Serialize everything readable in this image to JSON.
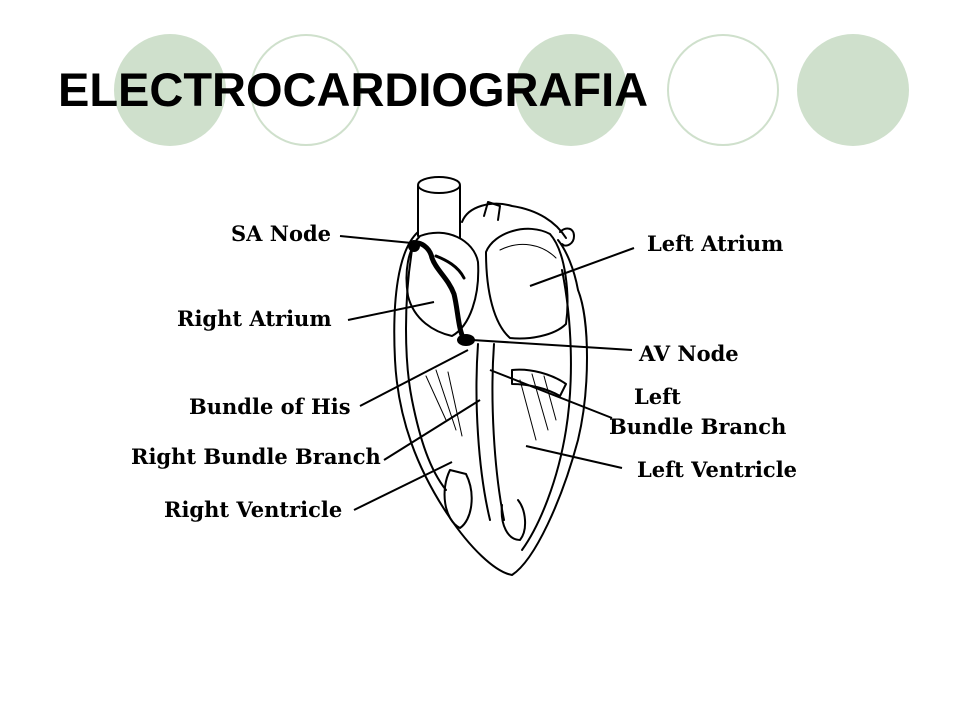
{
  "slide": {
    "title": "ELECTROCARDIOGRAFIA"
  },
  "colors": {
    "circle_fill": "#cfe0cc",
    "title_text": "#000000"
  },
  "diagram": {
    "labels": {
      "sa_node": "SA Node",
      "right_atrium": "Right Atrium",
      "bundle_of_his": "Bundle of His",
      "right_bundle_branch": "Right Bundle Branch",
      "right_ventricle": "Right Ventricle",
      "left_atrium": "Left Atrium",
      "av_node": "AV Node",
      "left_bundle_branch_line1": "Left",
      "left_bundle_branch_line2": "Bundle Branch",
      "left_ventricle": "Left Ventricle"
    }
  }
}
